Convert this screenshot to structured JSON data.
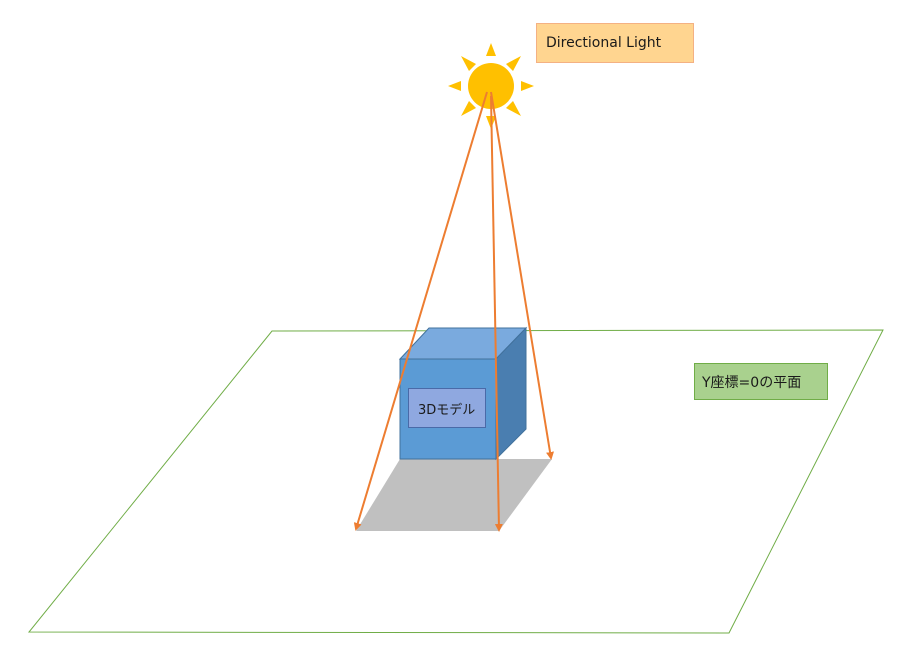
{
  "labels": {
    "directional_light": "Directional Light",
    "plane": "Y座標=0の平面",
    "model": "3Dモデル"
  },
  "icons": {
    "sun": "sun-icon",
    "cube": "cube-icon"
  },
  "colors": {
    "sun": "#ffc000",
    "sun_rays": "#ffc000",
    "light_label_fill": "#ffd590",
    "light_label_border": "#f4b183",
    "plane_outline": "#70ad47",
    "plane_label_fill": "#a9d18e",
    "plane_label_border": "#70ad47",
    "cube_front": "#5b9bd5",
    "cube_top": "#7aaade",
    "cube_side": "#4a7eb0",
    "cube_edge": "#41719c",
    "model_label_fill": "#8fa8e0",
    "shadow": "#c0c0c0",
    "arrows": "#ed7d31"
  }
}
